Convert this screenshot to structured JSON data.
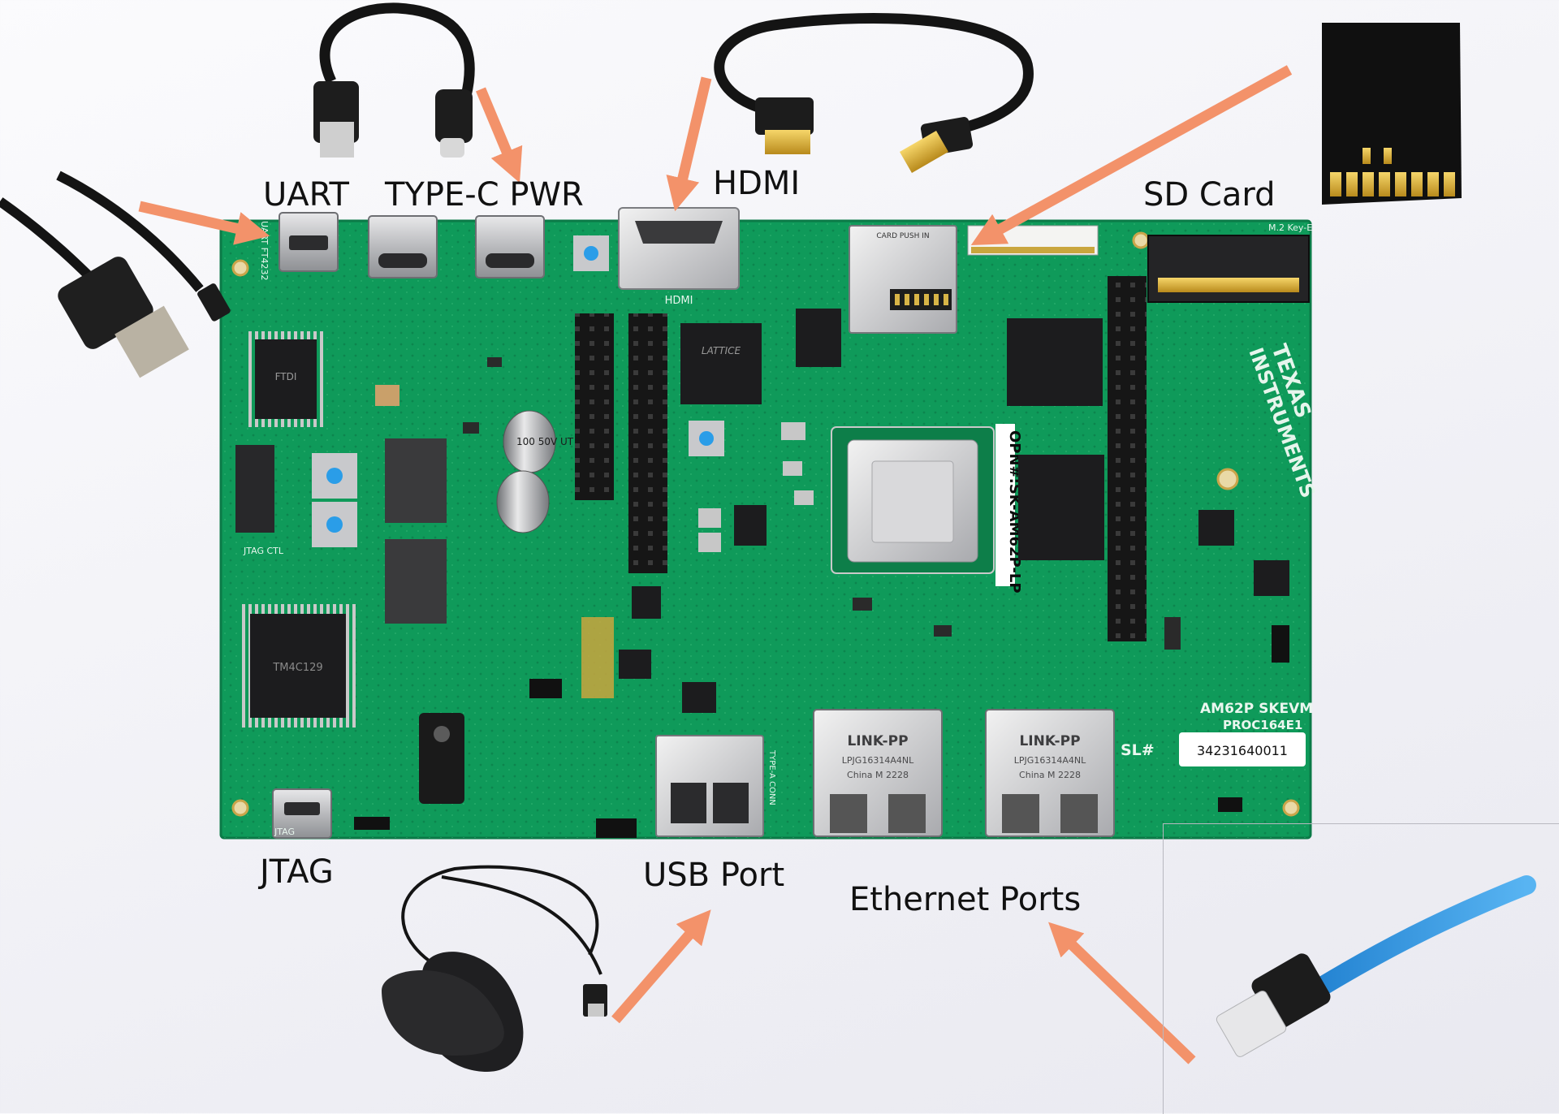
{
  "labels": {
    "uart": "UART",
    "type_c_pwr": "TYPE-C PWR",
    "hdmi": "HDMI",
    "sd_card": "SD Card",
    "jtag": "JTAG",
    "usb_port": "USB Port",
    "ethernet_ports": "Ethernet Ports"
  },
  "board": {
    "opn": "OPN#:SK-AM62P-LP",
    "model_line1": "AM62P  SKEVM",
    "model_line2": "PROC164E1",
    "serial_prefix": "SL#",
    "serial_number": "34231640011",
    "brand_line1": "TEXAS",
    "brand_line2": "INSTRUMENTS",
    "fpga_brand": "LATTICE",
    "ftdi_brand": "FTDI",
    "eth_brand": "LINK-PP",
    "eth_part": "LPJG16314A4NL",
    "eth_origin": "China M 2228",
    "mcu_label": "TM4C129",
    "hdmi_silk": "HDMI",
    "jtag_silk": "JTAG",
    "uart_silk": "UART FT4232",
    "sd_silk": "CARD PUSH IN",
    "m2_silk": "M.2 Key-E",
    "usb_silk": "TYPE-A CONN",
    "sw_silk": "JTAG CTL",
    "cap_label": "100 50V UT"
  },
  "colors": {
    "board_green": "#0f9a5a",
    "arrow": "#f3926a",
    "background": "#f3f3f7"
  },
  "icons": [
    "usb-a-cable-icon",
    "usb-c-cable-icon",
    "hdmi-cable-icon",
    "sd-card-icon",
    "mouse-icon",
    "ethernet-cable-icon"
  ]
}
